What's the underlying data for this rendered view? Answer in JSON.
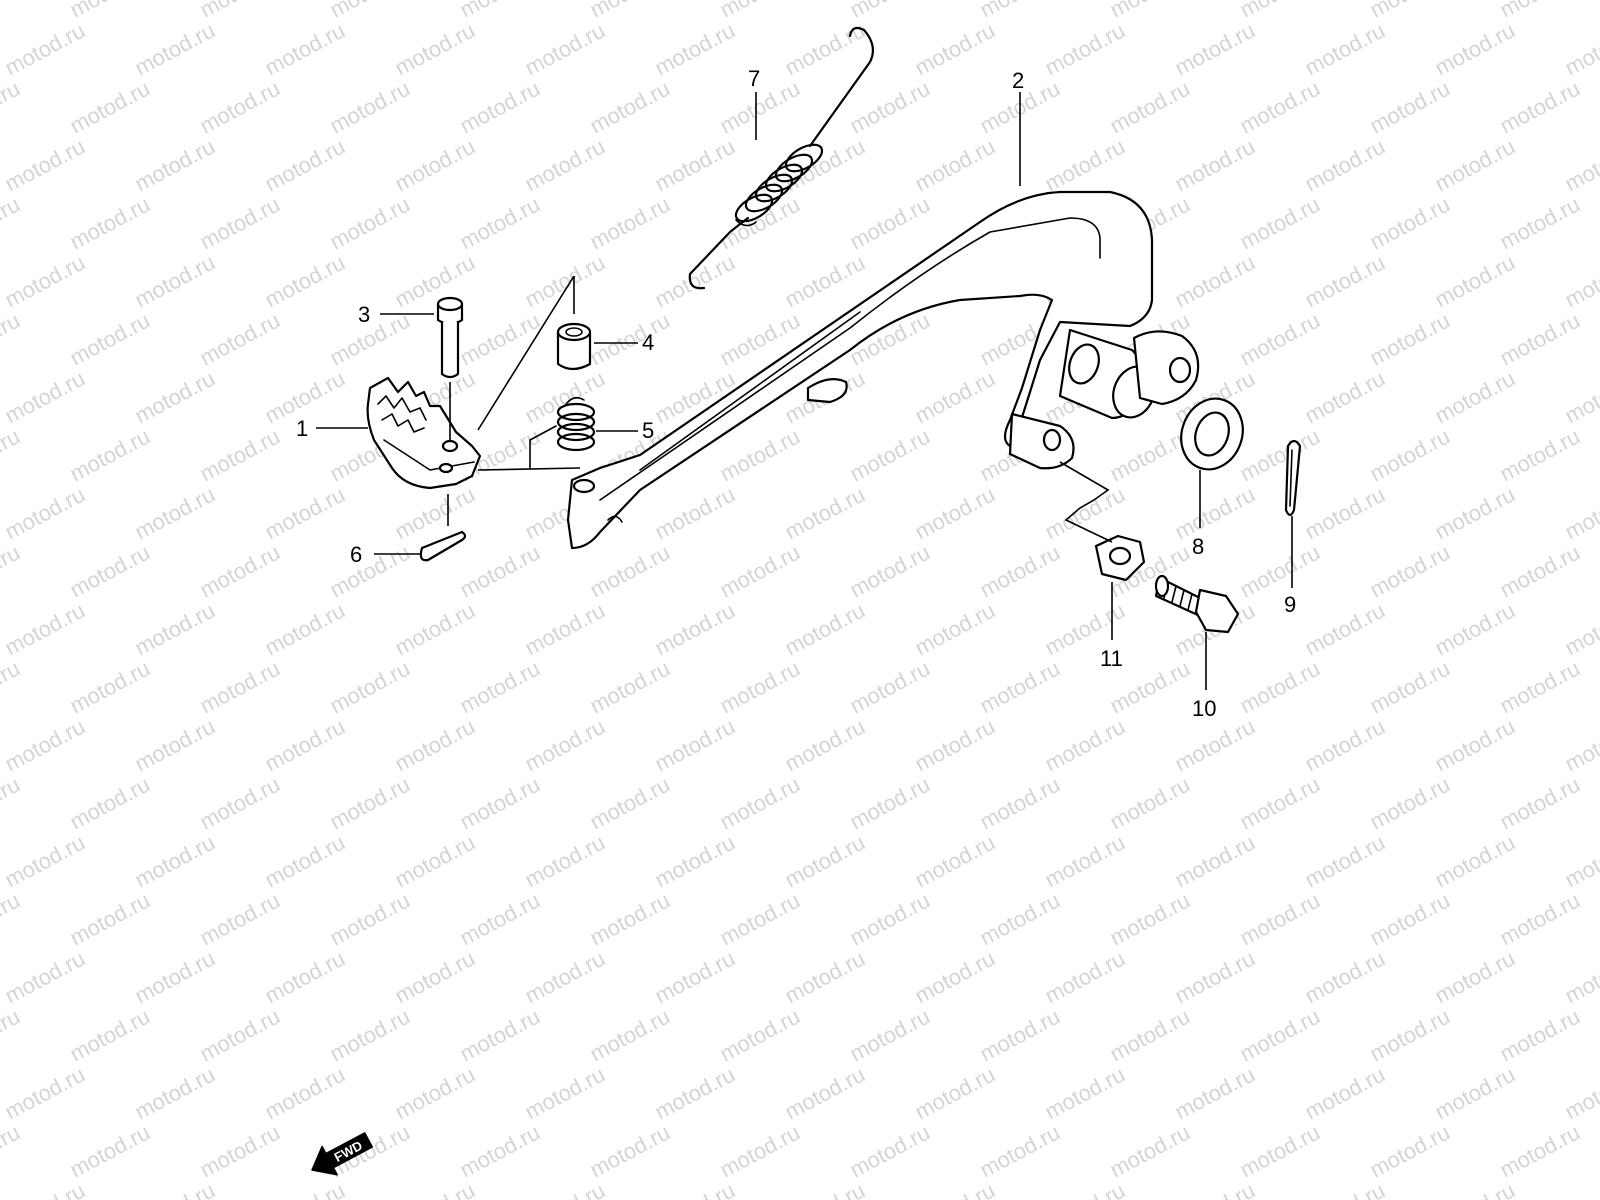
{
  "watermark": {
    "text": "motod.ru",
    "color": "#d4d4d4"
  },
  "callouts": [
    {
      "id": "1",
      "part": "brake-pedal-joint"
    },
    {
      "id": "2",
      "part": "brake-pedal"
    },
    {
      "id": "3",
      "part": "joint-pin"
    },
    {
      "id": "4",
      "part": "spacer"
    },
    {
      "id": "5",
      "part": "return-spring"
    },
    {
      "id": "6",
      "part": "cotter-pin"
    },
    {
      "id": "7",
      "part": "pedal-spring"
    },
    {
      "id": "8",
      "part": "washer"
    },
    {
      "id": "9",
      "part": "cotter-pin"
    },
    {
      "id": "10",
      "part": "bolt"
    },
    {
      "id": "11",
      "part": "nut"
    }
  ],
  "fwd_indicator": {
    "label": "FWD",
    "icon": "forward-arrow-icon"
  },
  "colors": {
    "line": "#000000",
    "background": "#ffffff"
  }
}
